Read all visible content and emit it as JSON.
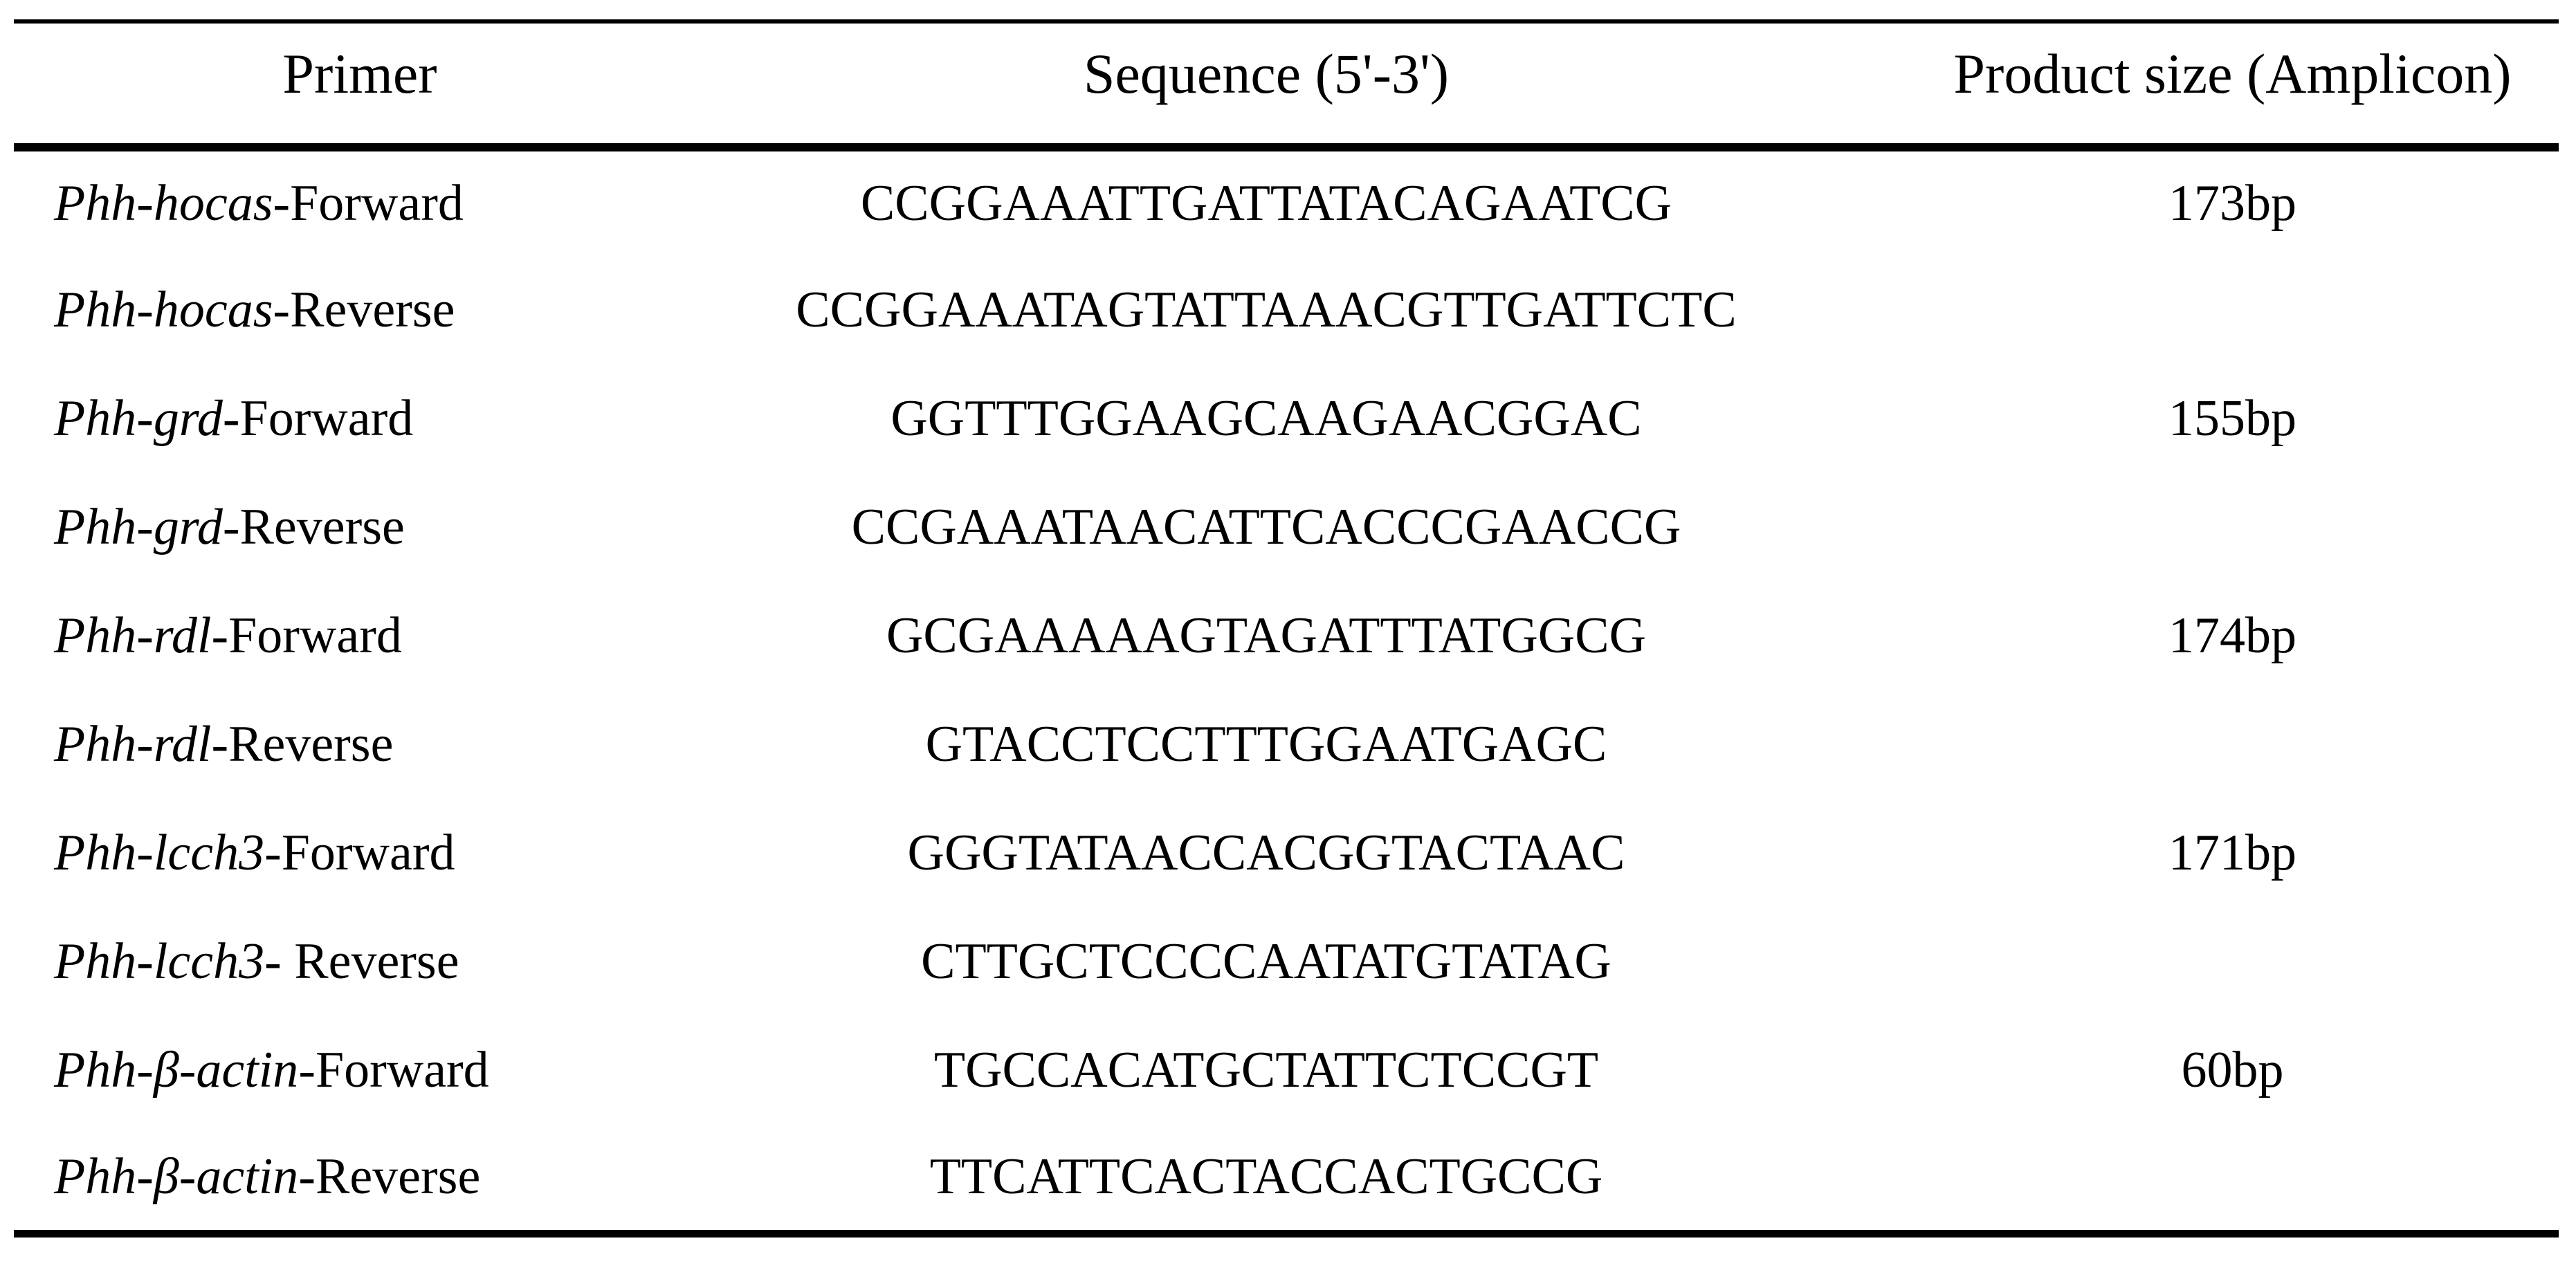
{
  "page": {
    "background_color": "#ffffff",
    "text_color": "#000000"
  },
  "table": {
    "columns": [
      {
        "label": "Primer"
      },
      {
        "label": "Sequence (5'-3')"
      },
      {
        "label": "Product size (Amplicon)"
      }
    ],
    "rows": [
      {
        "primer_italic": "Phh-hocas",
        "primer_regular": "-Forward",
        "sequence": "CCGGAAATTGATTATACAGAATCG",
        "product_size": "173bp"
      },
      {
        "primer_italic": "Phh-hocas",
        "primer_regular": "-Reverse",
        "sequence": "CCGGAAATAGTATTAAACGTTGATTCTC",
        "product_size": ""
      },
      {
        "primer_italic": "Phh-grd",
        "primer_regular": "-Forward",
        "sequence": "GGTTTGGAAGCAAGAACGGAC",
        "product_size": "155bp"
      },
      {
        "primer_italic": "Phh-grd",
        "primer_regular": "-Reverse",
        "sequence": "CCGAAATAACATTCACCCGAACCG",
        "product_size": ""
      },
      {
        "primer_italic": "Phh-rdl",
        "primer_regular": "-Forward",
        "sequence": "GCGAAAAAGTAGATTTATGGCG",
        "product_size": "174bp"
      },
      {
        "primer_italic": "Phh-rdl",
        "primer_regular": "-Reverse",
        "sequence": "GTACCTCCTTTGGAATGAGC",
        "product_size": ""
      },
      {
        "primer_italic": "Phh-lcch3",
        "primer_regular": "-Forward",
        "sequence": "GGGTATAACCACGGTACTAAC",
        "product_size": "171bp"
      },
      {
        "primer_italic": "Phh-lcch3",
        "primer_regular": "- Reverse",
        "sequence": "CTTGCTCCCCAATATGTATAG",
        "product_size": ""
      },
      {
        "primer_italic": "Phh-β-actin",
        "primer_regular": "-Forward",
        "sequence": "TGCCACATGCTATTCTCCGT",
        "product_size": "60bp"
      },
      {
        "primer_italic": "Phh-β-actin",
        "primer_regular": "-Reverse",
        "sequence": "TTCATTCACTACCACTGCCG",
        "product_size": ""
      }
    ]
  }
}
